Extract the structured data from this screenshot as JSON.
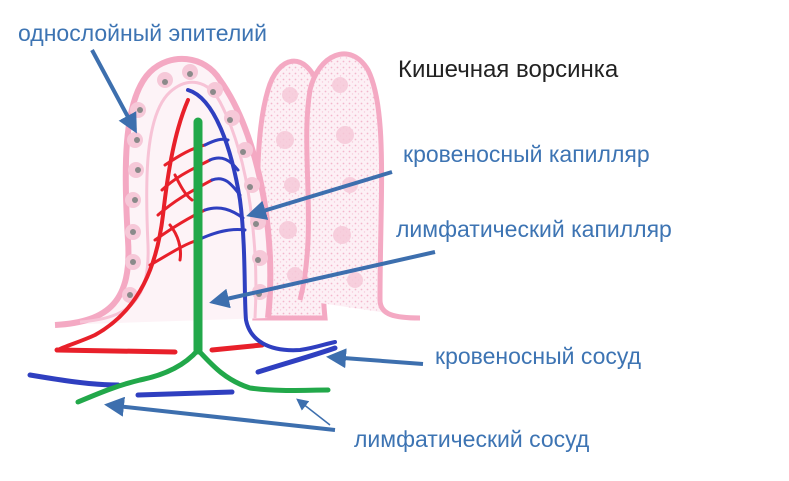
{
  "title": "Кишечная ворсинка",
  "labels": {
    "epithelium": "однослойный эпителий",
    "blood_capillary": "кровеносный капилляр",
    "lymph_capillary": "лимфатический капилляр",
    "blood_vessel": "кровеносный сосуд",
    "lymph_vessel": "лимфатический сосуд"
  },
  "colors": {
    "label_text": "#3d74b3",
    "title_text": "#222222",
    "pointer_arrow": "#3d6fae",
    "epithelium": "#f4a9c3",
    "cell_fill": "#f6c8d8",
    "nucleus": "#8a8a8a",
    "artery": "#e8202a",
    "vein": "#2f3fc0",
    "lymph": "#22a84a"
  }
}
